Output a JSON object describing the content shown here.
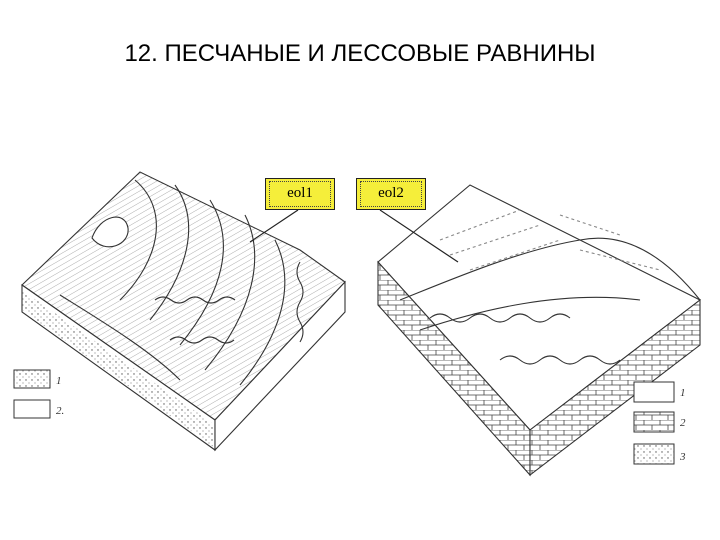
{
  "title": "12. ПЕСЧАНЫЕ И ЛЕССОВЫЕ РАВНИНЫ",
  "labels": {
    "eol1": "eol1",
    "eol2": "eol2"
  },
  "legend_left": {
    "item1": "1",
    "item2": "2."
  },
  "legend_right": {
    "item1": "1",
    "item2": "2",
    "item3": "3"
  },
  "colors": {
    "label_fill": "#f5ee3a",
    "ink": "#333333"
  }
}
